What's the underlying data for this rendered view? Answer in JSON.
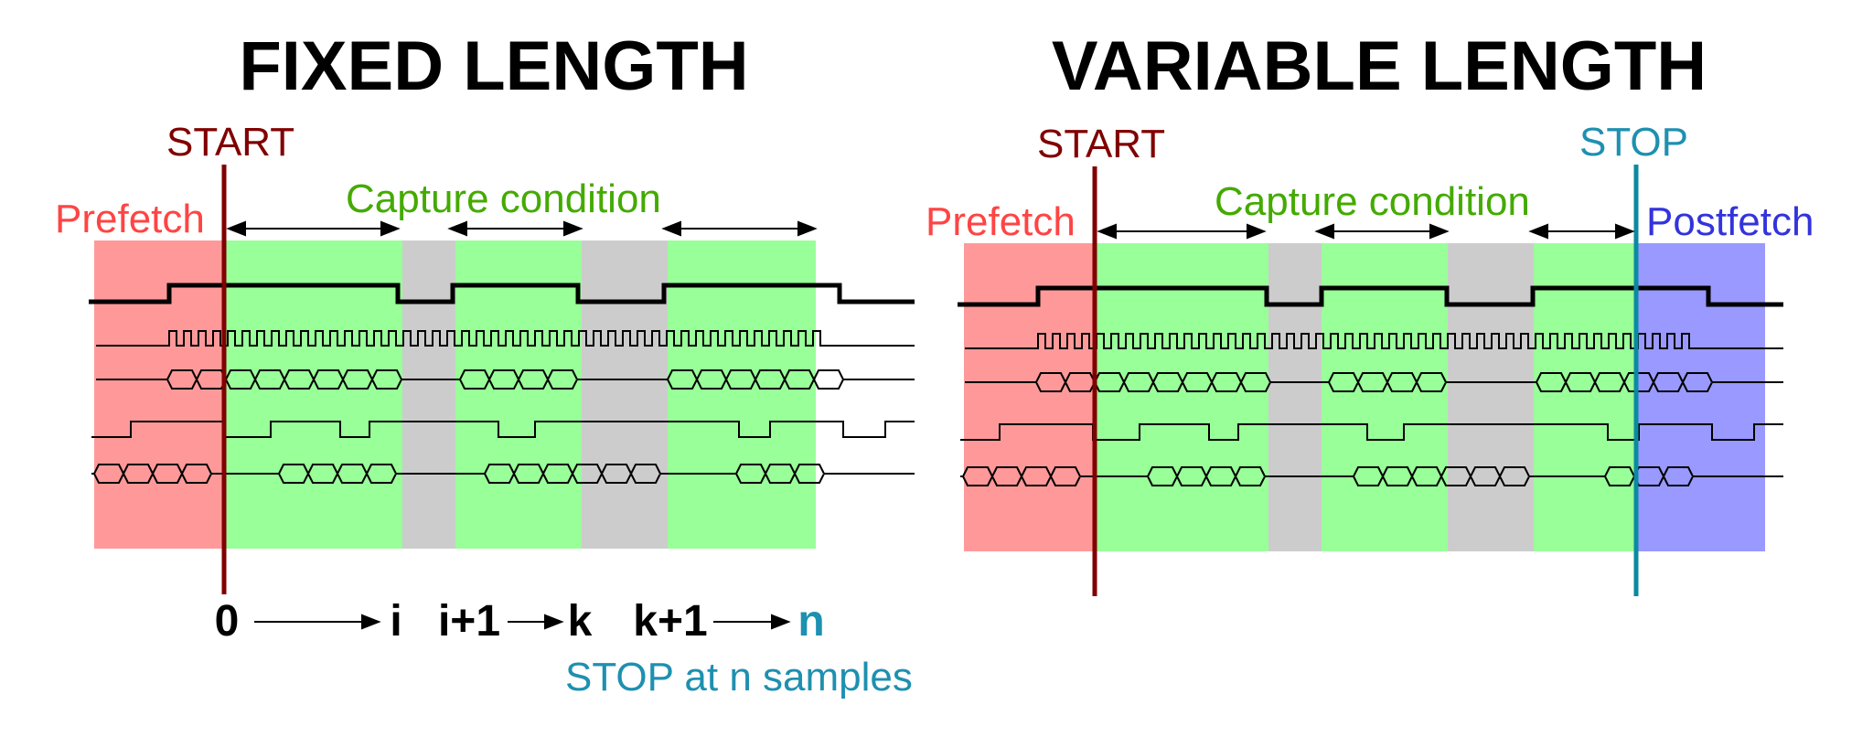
{
  "fixed": {
    "title": "FIXED LENGTH",
    "start_label": "START",
    "prefetch_label": "Prefetch",
    "capture_label": "Capture condition",
    "index_labels": [
      "0",
      "i",
      "i+1",
      "k",
      "k+1",
      "n"
    ],
    "stop_note": "STOP at n samples"
  },
  "variable": {
    "title": "VARIABLE LENGTH",
    "start_label": "START",
    "stop_label": "STOP",
    "prefetch_label": "Prefetch",
    "capture_label": "Capture condition",
    "postfetch_label": "Postfetch"
  },
  "colors": {
    "prefetch_region": "#ff9999",
    "capture_region": "#99ff99",
    "idle_region": "#cccccc",
    "postfetch_region": "#9999ff",
    "start_marker": "#800000",
    "stop_marker": "#0a8aa0",
    "prefetch_text": "#ff4444",
    "capture_text": "#44aa00",
    "postfetch_text": "#3333dd",
    "stop_text": "#1e90b0",
    "signal": "#000000"
  }
}
